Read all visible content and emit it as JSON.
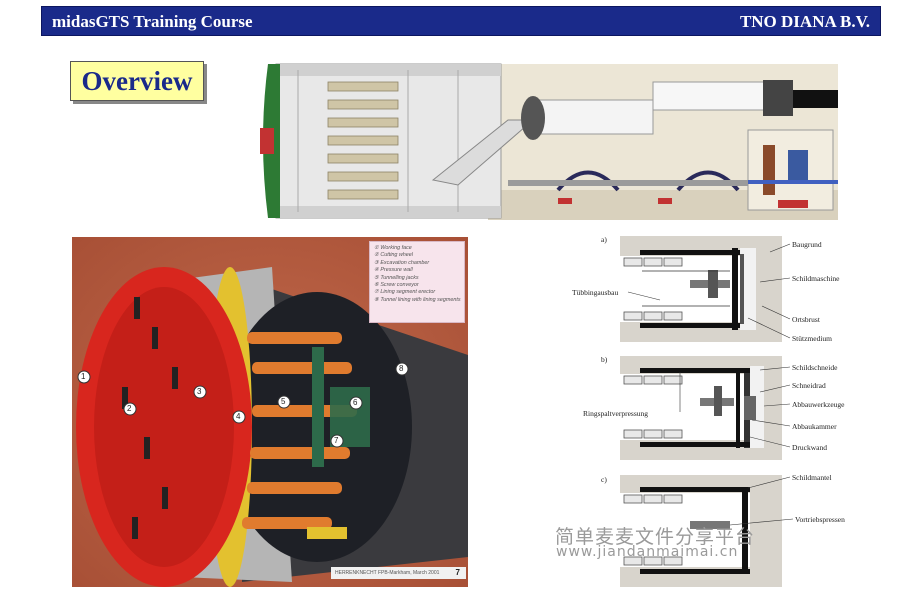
{
  "header": {
    "course_title": "midasGTS Training Course",
    "company": "TNO DIANA B.V."
  },
  "slide_title": "Overview",
  "tbm_photo": {
    "legend": [
      "① Working face",
      "② Cutting wheel",
      "③ Excavation chamber",
      "④ Pressure wall",
      "⑤ Tunnelling jacks",
      "⑥ Screw conveyor",
      "⑦ Lining segment erector",
      "⑧ Tunnel lining with lining segments"
    ],
    "markers": [
      "1",
      "2",
      "3",
      "4",
      "5",
      "6",
      "7",
      "8"
    ],
    "credit": "HERRENKNECHT FPB-Markham, March 2001",
    "page_number": "7"
  },
  "diagrams": {
    "a": {
      "label": "a)",
      "labels": [
        "Baugrund",
        "Schildmaschine",
        "Tübbingausbau",
        "Ortsbrust",
        "Stützmedium"
      ]
    },
    "b": {
      "label": "b)",
      "labels": [
        "Schildschneide",
        "Schneidrad",
        "Ringspaltverpressung",
        "Abbauwerkzeuge",
        "Abbaukammer",
        "Druckwand"
      ]
    },
    "c": {
      "label": "c)",
      "labels": [
        "Schildmantel",
        "Vortriebspressen"
      ]
    }
  },
  "watermark": {
    "line1": "简单麦麦文件分享平台",
    "line2": "www.jiandanmaimai.cn"
  },
  "colors": {
    "header_bg": "#1a2a8a",
    "title_bg": "#ffffa0",
    "title_text": "#1a2a8a"
  }
}
